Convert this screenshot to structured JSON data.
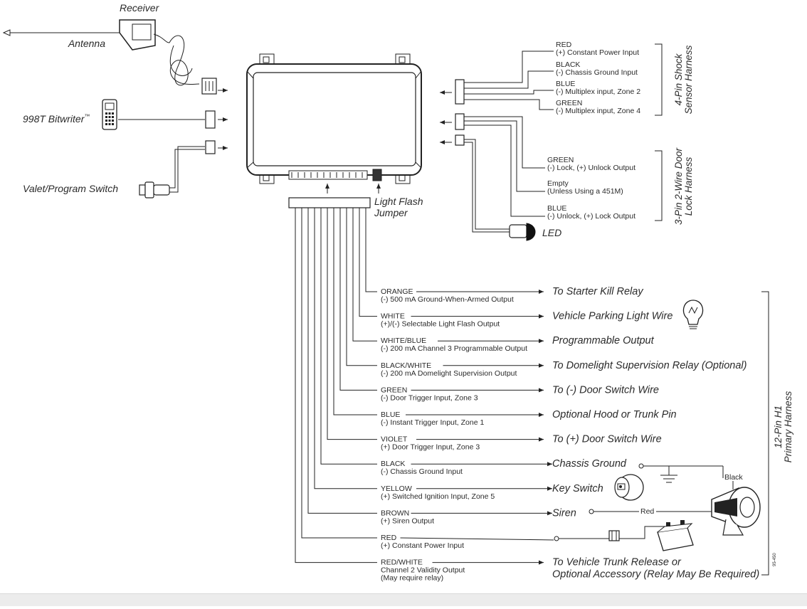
{
  "receiver": {
    "label": "Receiver",
    "antenna_label": "Antenna"
  },
  "bitwriter": {
    "label": "998T  Bitwriter",
    "tm": "™"
  },
  "valet": {
    "label": "Valet/Program Switch"
  },
  "jumper": {
    "line1": "Light Flash",
    "line2": "Jumper"
  },
  "led": {
    "label": "LED"
  },
  "shock_harness": {
    "title_line1": "4-Pin Shock",
    "title_line2": "Sensor Harness",
    "wires": [
      {
        "color": "RED",
        "desc": "(+) Constant Power Input"
      },
      {
        "color": "BLACK",
        "desc": "(-) Chassis Ground Input"
      },
      {
        "color": "BLUE",
        "desc": "(-) Multiplex input, Zone 2"
      },
      {
        "color": "GREEN",
        "desc": "(-) Multiplex input, Zone 4"
      }
    ]
  },
  "door_harness": {
    "title_line1": "3-Pin 2-Wire Door",
    "title_line2": "Lock Harness",
    "wires": [
      {
        "color": "GREEN",
        "desc": "(-) Lock, (+) Unlock Output"
      },
      {
        "color": "Empty",
        "desc": "(Unless Using a 451M)"
      },
      {
        "color": "BLUE",
        "desc": "(-) Unlock, (+) Lock Output"
      }
    ]
  },
  "primary_harness": {
    "title_line1": "12-Pin H1",
    "title_line2": "Primary Harness",
    "wires": [
      {
        "color": "ORANGE",
        "desc": "(-) 500 mA Ground-When-Armed Output",
        "desc2": "",
        "dest": "To Starter Kill Relay",
        "dest2": ""
      },
      {
        "color": "WHITE",
        "desc": "(+)/(-) Selectable Light Flash Output",
        "desc2": "",
        "dest": "Vehicle Parking Light Wire",
        "dest2": ""
      },
      {
        "color": "WHITE/BLUE",
        "desc": "(-) 200 mA Channel 3 Programmable Output",
        "desc2": "",
        "dest": "Programmable Output",
        "dest2": ""
      },
      {
        "color": "BLACK/WHITE",
        "desc": "(-) 200 mA Domelight Supervision Output",
        "desc2": "",
        "dest": "To Domelight Supervision Relay (Optional)",
        "dest2": ""
      },
      {
        "color": "GREEN",
        "desc": "(-) Door Trigger Input, Zone 3",
        "desc2": "",
        "dest": "To (-) Door Switch Wire",
        "dest2": ""
      },
      {
        "color": "BLUE",
        "desc": "(-) Instant Trigger Input, Zone 1",
        "desc2": "",
        "dest": "Optional Hood or Trunk Pin",
        "dest2": ""
      },
      {
        "color": "VIOLET",
        "desc": "(+) Door Trigger Input, Zone 3",
        "desc2": "",
        "dest": "To (+) Door Switch Wire",
        "dest2": ""
      },
      {
        "color": "BLACK",
        "desc": "(-) Chassis Ground Input",
        "desc2": "",
        "dest": "Chassis Ground",
        "dest2": ""
      },
      {
        "color": "YELLOW",
        "desc": "(+) Switched Ignition Input, Zone 5",
        "desc2": "",
        "dest": "Key Switch",
        "dest2": ""
      },
      {
        "color": "BROWN",
        "desc": "(+) Siren Output",
        "desc2": "",
        "dest": "Siren",
        "dest2": ""
      },
      {
        "color": "RED",
        "desc": "(+) Constant Power Input",
        "desc2": "",
        "dest": "",
        "dest2": ""
      },
      {
        "color": "RED/WHITE",
        "desc": "Channel 2 Validity Output",
        "desc2": "(May require relay)",
        "dest": "To Vehicle Trunk Release or",
        "dest2": "Optional Accessory (Relay May Be Required)"
      }
    ]
  },
  "siren_labels": {
    "black": "Black",
    "red": "Red"
  },
  "code": "95-450"
}
